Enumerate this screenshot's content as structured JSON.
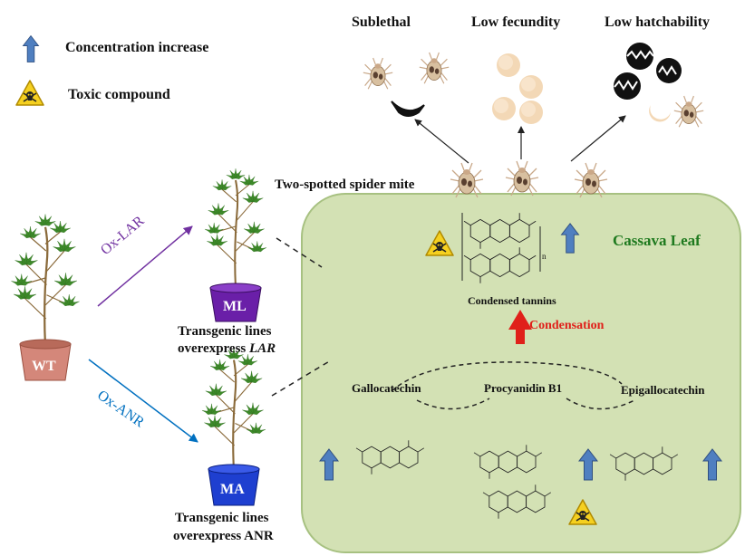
{
  "legend": {
    "concentration_increase": "Concentration increase",
    "toxic_compound": "Toxic compound"
  },
  "effects": {
    "sublethal": "Sublethal",
    "low_fecundity": "Low fecundity",
    "low_hatchability": "Low hatchability"
  },
  "mite_label": "Two-spotted spider mite",
  "leaf_label": "Cassava Leaf",
  "tannin": {
    "label": "Condensed tannins",
    "subscript_n": "n",
    "condensation_label": "Condensation"
  },
  "compounds": {
    "gallocatechin": "Gallocatechin",
    "procyanidin": "Procyanidin B1",
    "epigallocatechin": "Epigallocatechin"
  },
  "plants": {
    "wt_pot": "WT",
    "ml_pot": "ML",
    "ma_pot": "MA",
    "ox_lar": "Ox-LAR",
    "ox_anr": "Ox-ANR",
    "ml_caption_line1": "Transgenic lines",
    "ml_caption_line2_prefix": "overexpress ",
    "ml_caption_line2_italic": "LAR",
    "ma_caption_line1": "Transgenic lines",
    "ma_caption_line2": "overexpress ANR"
  },
  "colors": {
    "leaf_fill": "#d3e1b4",
    "leaf_stroke": "#a7c181",
    "arrow_blue": "#4f7fc0",
    "condensation_red": "#e0201a",
    "lar_purple": "#7030a0",
    "anr_blue": "#0070c0",
    "ml_pot": "#6a1fa8",
    "ma_pot": "#1e3fd0",
    "wt_pot": "#d4877a",
    "cassava_text": "#1f7a1f"
  }
}
